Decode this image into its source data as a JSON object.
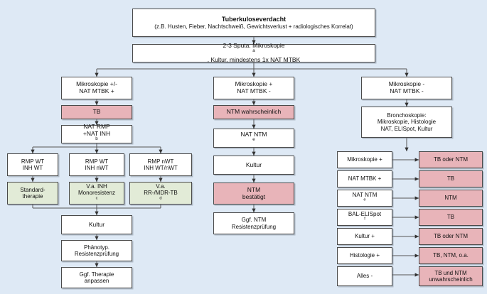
{
  "diagram": {
    "title": "Tuberkuloseverdacht - Diagnostischer Algorithmus",
    "background_color": "#dee9f5",
    "colors": {
      "result_pink": "#e8b4b9",
      "therapy_green": "#e2ebd7",
      "procedure_white": "#ffffff",
      "border": "#4a4a4a"
    }
  },
  "top": {
    "suspicion_title": "Tuberkuloseverdacht",
    "suspicion_detail": "(z.B. Husten, Fieber, Nachtschweiß, Gewichtsverlust + radiologisches Korrelat)",
    "sputa_line1": "2-3 Sputa: Mikroskopie",
    "sputa_sup": "a",
    "sputa_line2": ", Kultur, mindestens 1x NAT MTBK"
  },
  "left_branch": {
    "entry_line1": "Mikroskopie +/-",
    "entry_line2": "NAT MTBK +",
    "result_tb": "TB",
    "nat_line1": "NAT RMP",
    "nat_line2": "+NAT INH",
    "nat_sup": "b",
    "resistance_boxes": [
      {
        "line1": "RMP WT",
        "line2": "INH WT"
      },
      {
        "line1": "RMP WT",
        "line2": "INH nWT"
      },
      {
        "line1": "RMP nWT",
        "line2": "INH WT/nWT"
      }
    ],
    "therapy_boxes": [
      {
        "line1": "Standard-",
        "line2": "therapie",
        "sup": ""
      },
      {
        "line1": "V.a. INH",
        "line2": "Monoresistenz",
        "sup": "c"
      },
      {
        "line1": "V.a.",
        "line2": "RR-/MDR-TB",
        "sup": "d"
      }
    ],
    "kultur": "Kultur",
    "phenotype_line1": "Phänotyp.",
    "phenotype_line2": "Resistenzprüfung",
    "adjust_line1": "Ggf. Therapie",
    "adjust_line2": "anpassen"
  },
  "middle_branch": {
    "entry_line1": "Mikroskopie +",
    "entry_line2": "NAT MTBK -",
    "ntm_likely": "NTM wahrscheinlich",
    "nat_ntm": "NAT NTM",
    "nat_ntm_sup": "e",
    "kultur": "Kultur",
    "ntm_confirmed_line1": "NTM",
    "ntm_confirmed_line2": "bestätigt",
    "ntm_resistance_line1": "Ggf. NTM",
    "ntm_resistance_line2": "Resistenzprüfung"
  },
  "right_branch": {
    "entry_line1": "Mikroskopie -",
    "entry_line2": "NAT MTBK -",
    "bronchoscopy_line1": "Bronchoskopie:",
    "bronchoscopy_line2": "Mikroskopie, Histologie",
    "bronchoscopy_line3": "NAT, ELISpot, Kultur",
    "results": [
      {
        "finding": "Mikroskopie +",
        "finding_sup": "",
        "conclusion_line1": "TB oder NTM",
        "conclusion_line2": ""
      },
      {
        "finding": "NAT MTBK +",
        "finding_sup": "",
        "conclusion_line1": "TB",
        "conclusion_line2": ""
      },
      {
        "finding": "NAT NTM",
        "finding_sup": "e",
        "conclusion_line1": "NTM",
        "conclusion_line2": ""
      },
      {
        "finding": "BAL-ELISpot",
        "finding_sup": "f",
        "conclusion_line1": "TB",
        "conclusion_line2": ""
      },
      {
        "finding": "Kultur +",
        "finding_sup": "",
        "conclusion_line1": "TB oder NTM",
        "conclusion_line2": ""
      },
      {
        "finding": "Histologie +",
        "finding_sup": "",
        "conclusion_line1": "TB, NTM, o.a.",
        "conclusion_line2": ""
      },
      {
        "finding": "Alles -",
        "finding_sup": "",
        "conclusion_line1": "TB und NTM",
        "conclusion_line2": "unwahrscheinlich"
      }
    ]
  }
}
